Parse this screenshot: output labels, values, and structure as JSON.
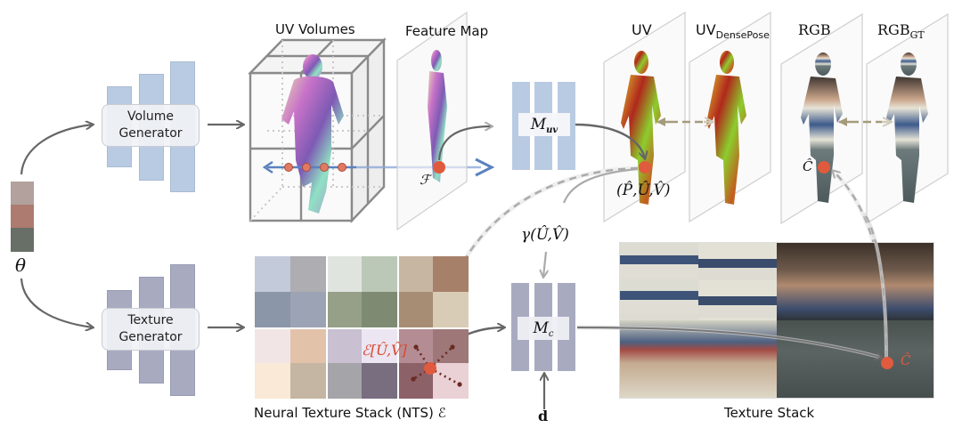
{
  "theta": {
    "symbol": "θ",
    "colors": [
      "#b2a19c",
      "#ad7b70",
      "#676f66"
    ]
  },
  "volume_generator": {
    "line1": "Volume",
    "line2": "Generator",
    "bar_color": "#b9cbe2"
  },
  "texture_generator": {
    "line1": "Texture",
    "line2": "Generator",
    "bar_color": "#a8abc0"
  },
  "uv_volumes": {
    "title": "UV Volumes"
  },
  "feature_map": {
    "title": "Feature Map",
    "symbol": "ℱ"
  },
  "m_uv": {
    "label": "M",
    "sub": "uv",
    "bar_color": "#b9cbe2"
  },
  "m_c": {
    "label": "M",
    "sub": "c",
    "bar_color": "#a8abc0",
    "input_d": "d"
  },
  "gamma_label": "γ(Û,V̂)",
  "uv_panel": {
    "title": "UV",
    "coord_label": "(P̂,Û,V̂)"
  },
  "uv_densepose_panel": {
    "title": "UV",
    "sub": "DensePose"
  },
  "rgb_panel": {
    "title": "RGB",
    "point_label": "Ĉ"
  },
  "rgb_gt_panel": {
    "title": "RGB",
    "sub": "GT"
  },
  "nts": {
    "caption": "Neural Texture Stack (NTS) ℰ",
    "sample_label": "ℰ[Û,V̂]",
    "grid_colors": [
      [
        "#c3cad9",
        "#adadb2",
        "#e0e4df",
        "#bcc8b7",
        "#c7b6a2",
        "#a7806a"
      ],
      [
        "#8b96a8",
        "#9ca3b4",
        "#96a088",
        "#7e8b72",
        "#a68d74",
        "#d9ccb6"
      ],
      [
        "#f1e6e5",
        "#e3c2aa",
        "#c9c0d2",
        "#ece5f2",
        "#b48c93",
        "#9e7879"
      ],
      [
        "#f9e9d6",
        "#c4b6a2",
        "#a5a4a9",
        "#786e80",
        "#8c6168",
        "#ead1d6"
      ]
    ]
  },
  "texture_stack": {
    "caption": "Texture Stack",
    "point_label": "Ĉ"
  },
  "accent": {
    "point": "#e05a3e",
    "ray": "#5b82bf",
    "arrow": "#666666",
    "dashed": "#aaaaaa",
    "loss_arrow": "#a59a7c"
  }
}
